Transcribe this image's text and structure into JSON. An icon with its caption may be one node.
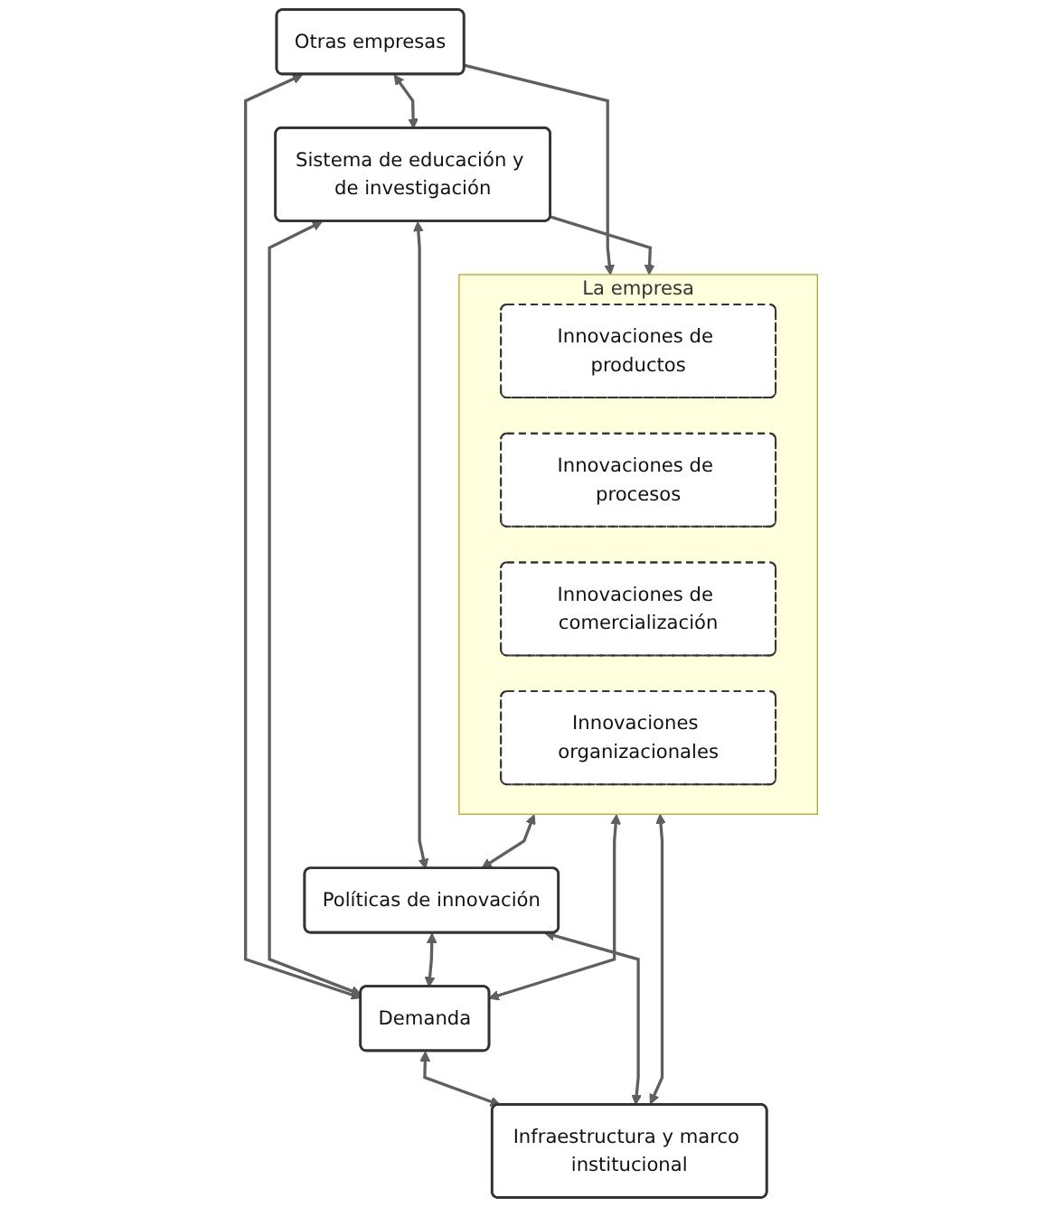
{
  "diagram": {
    "nodes": [
      {
        "text": [
          "Infraestructura y marco institucional"
        ]
      },
      {
        "text": [
          "La empresa"
        ]
      },
      {
        "text": [
          "Innovaciones de productos"
        ],
        "in": 1
      },
      {
        "text": [
          "Innovaciones de procesos"
        ],
        "in": 1
      },
      {
        "text": [
          "Innovaciones de comercialización"
        ],
        "in": 1
      },
      {
        "text": [
          "Innovaciones organizacionales"
        ],
        "in": 1
      },
      {
        "text": [
          "Otras empresas"
        ]
      },
      {
        "text": [
          "Sistema de educación y de investigación"
        ]
      },
      {
        "text": [
          "Políticas de innovación"
        ]
      },
      {
        "text": [
          "Demanda"
        ]
      }
    ],
    "edges": [
      {
        "from": 9,
        "to": 0,
        "arrow": "both"
      },
      {
        "from": 0,
        "to": 1,
        "arrow": "both"
      },
      {
        "from": 0,
        "to": 8,
        "arrow": "both"
      },
      {
        "from": 1,
        "to": 8,
        "arrow": "both"
      },
      {
        "from": 6,
        "to": 1,
        "arrow": "to"
      },
      {
        "from": 7,
        "to": 1,
        "arrow": "to"
      },
      {
        "from": 1,
        "to": 9,
        "arrow": "both"
      },
      {
        "from": 6,
        "to": 7,
        "arrow": "both"
      },
      {
        "from": 7,
        "to": 8,
        "arrow": "both"
      },
      {
        "from": 6,
        "to": 9,
        "arrow": "both"
      },
      {
        "from": 7,
        "to": 9,
        "arrow": "both"
      },
      {
        "from": 8,
        "to": 9,
        "arrow": "both"
      }
    ]
  }
}
